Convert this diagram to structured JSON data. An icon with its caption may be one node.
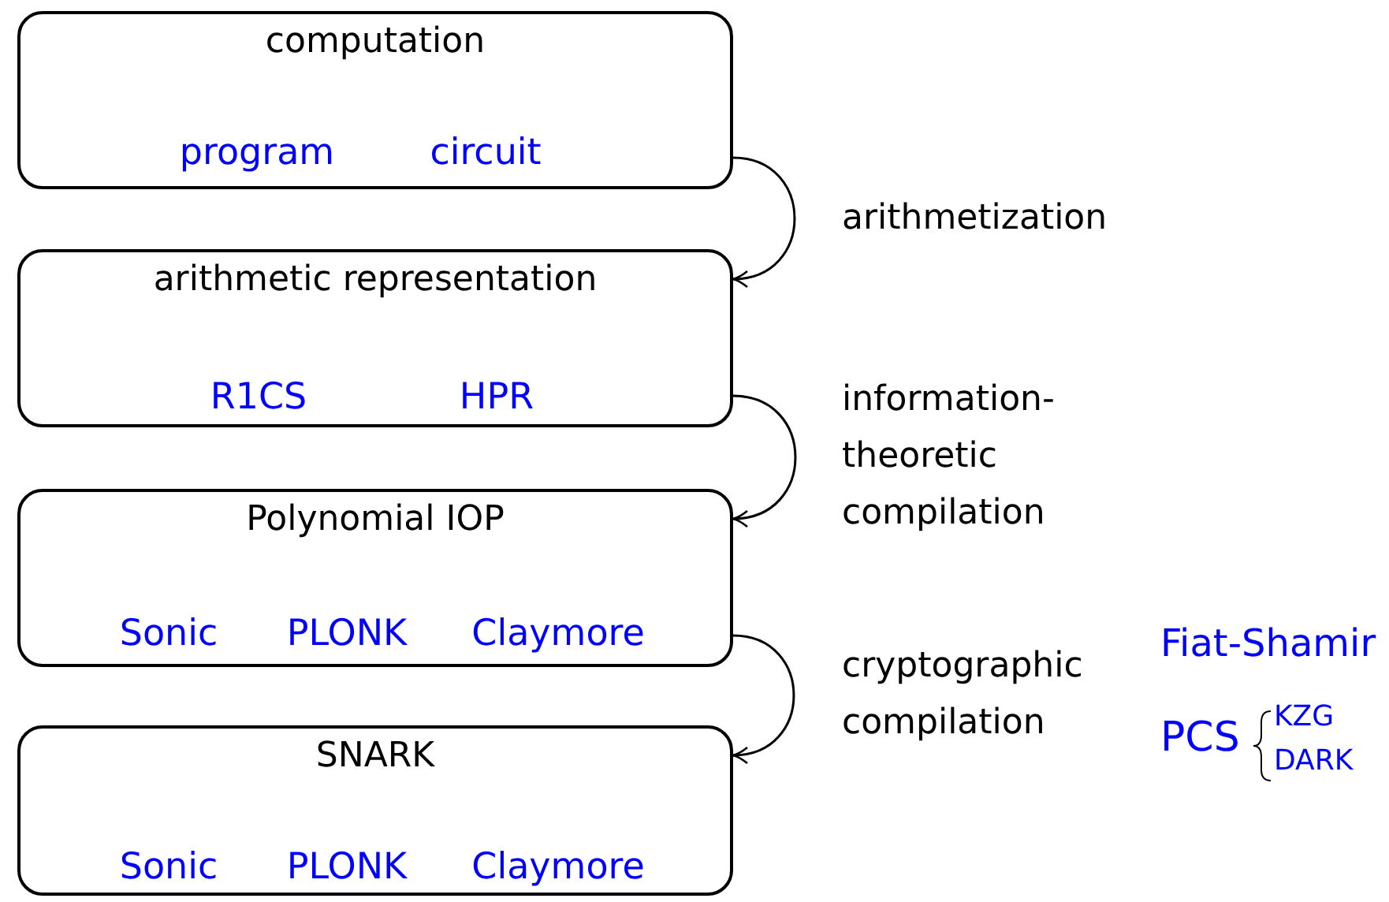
{
  "diagram": {
    "nodes": [
      {
        "text": [
          "computation",
          "program",
          "circuit"
        ]
      },
      {
        "text": [
          "arithmetic representation",
          "R1CS",
          "HPR"
        ]
      },
      {
        "text": [
          "Polynomial IOP",
          "Sonic",
          "PLONK",
          "Claymore"
        ]
      },
      {
        "text": [
          "SNARK",
          "Sonic",
          "PLONK",
          "Claymore"
        ]
      }
    ],
    "edges": [
      {
        "from": 0,
        "to": 1,
        "arrow": "to",
        "label": "arithmetization"
      },
      {
        "from": 1,
        "to": 2,
        "arrow": "to",
        "label": "information-theoretic compilation"
      },
      {
        "from": 2,
        "to": 3,
        "arrow": "to",
        "label": "cryptographic compilation"
      }
    ],
    "labels": [
      "Fiat-Shamir",
      "PCS",
      "KZG",
      "DARK"
    ]
  }
}
